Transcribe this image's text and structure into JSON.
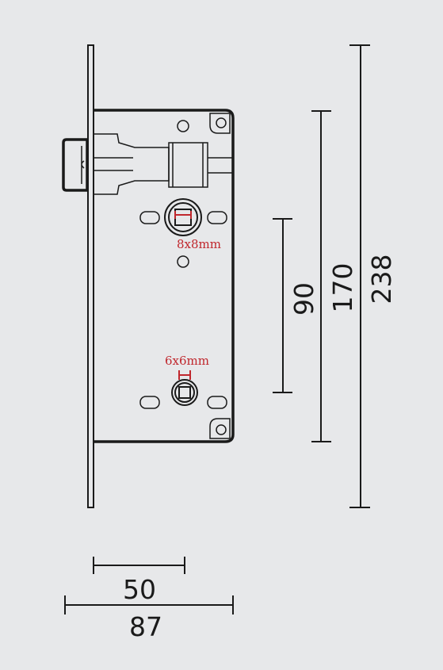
{
  "colors": {
    "background": "#e7e8ea",
    "line": "#1a1a1a",
    "accent": "#c0272d"
  },
  "dimensions": {
    "overall_height": "238",
    "case_height": "170",
    "spindle_to_keyhole": "90",
    "backset": "50",
    "total_depth": "87"
  },
  "annotations": {
    "handle_spindle": "8x8mm",
    "key_spindle": "6x6mm"
  }
}
